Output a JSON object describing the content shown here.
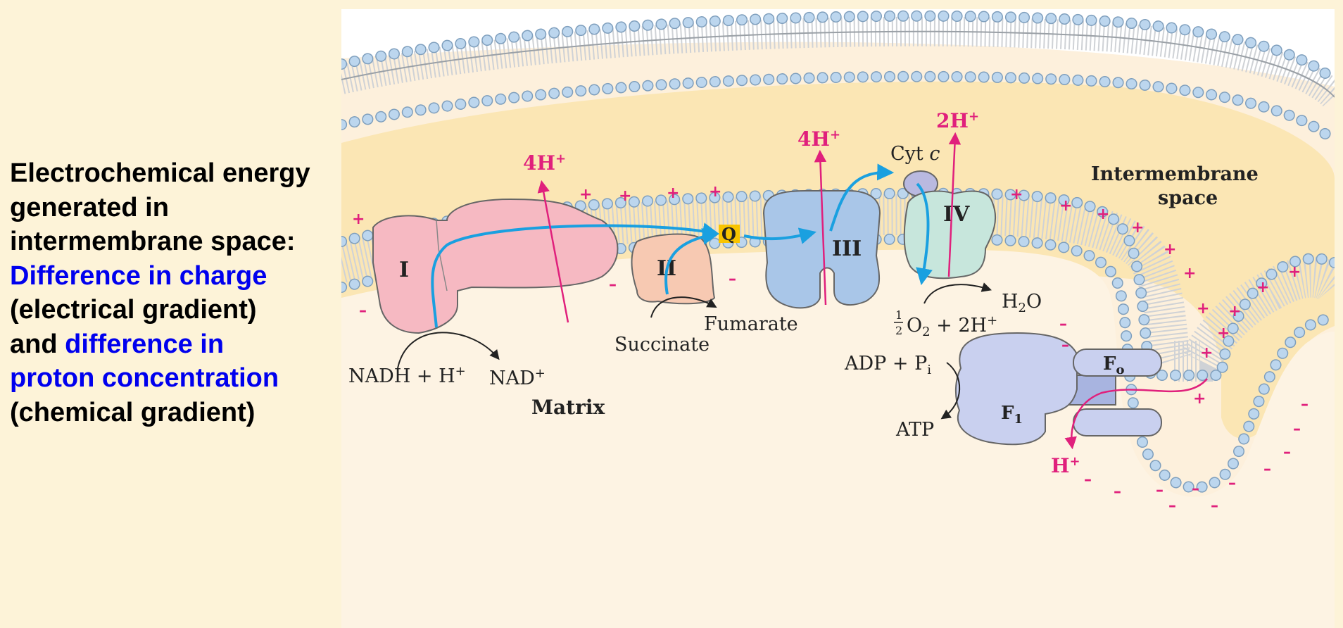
{
  "caption": {
    "line1": "Electrochemical energy",
    "line2": "generated in",
    "line3": "intermembrane space:",
    "line4_blue": "Difference in charge",
    "line5": "(electrical gradient)",
    "line6_black": "and ",
    "line6_blue": "difference in",
    "line7_blue": "proton concentration",
    "line8": "(chemical gradient)"
  },
  "diagram": {
    "complexes": {
      "c1": "I",
      "c2": "II",
      "c3": "III",
      "c4": "IV",
      "q": "Q",
      "cytc_main": "Cyt ",
      "cytc_italic": "c",
      "f0_main": "F",
      "f0_sub": "o",
      "f1_main": "F",
      "f1_sub": "1"
    },
    "protons": {
      "h_c1": "4H",
      "h_c3": "4H",
      "h_c4": "2H",
      "h_atp": "H",
      "sup": "+"
    },
    "compartments": {
      "inter_line1": "Intermembrane",
      "inter_line2": "space",
      "matrix": "Matrix"
    },
    "reactions": {
      "nadh": "NADH + H",
      "nad": "NAD",
      "succinate": "Succinate",
      "fumarate": "Fumarate",
      "h2o_h": "H",
      "h2o_2": "2",
      "h2o_o": "O",
      "o2_half_num": "1",
      "o2_half_den": "2",
      "o2_o": "O",
      "o2_2": "2",
      "o2_rest": " + 2H",
      "adp": "ADP + P",
      "adp_sub": "i",
      "atp": "ATP"
    },
    "charges": {
      "plus": "+",
      "minus": "–"
    },
    "colors": {
      "background": "#fdf3d8",
      "intermembrane": "#fbe6b4",
      "proton_pink": "#e0207c",
      "electron_blue": "#1aa0e0",
      "complex1": "#f6b9c2",
      "complex2": "#f7c9b2",
      "complex3": "#a9c6e8",
      "complex4": "#c7e6dc",
      "q_yellow": "#f8c400",
      "atp_synthase": "#c9d0ef",
      "lipid_head": "#bcd6ee"
    }
  }
}
